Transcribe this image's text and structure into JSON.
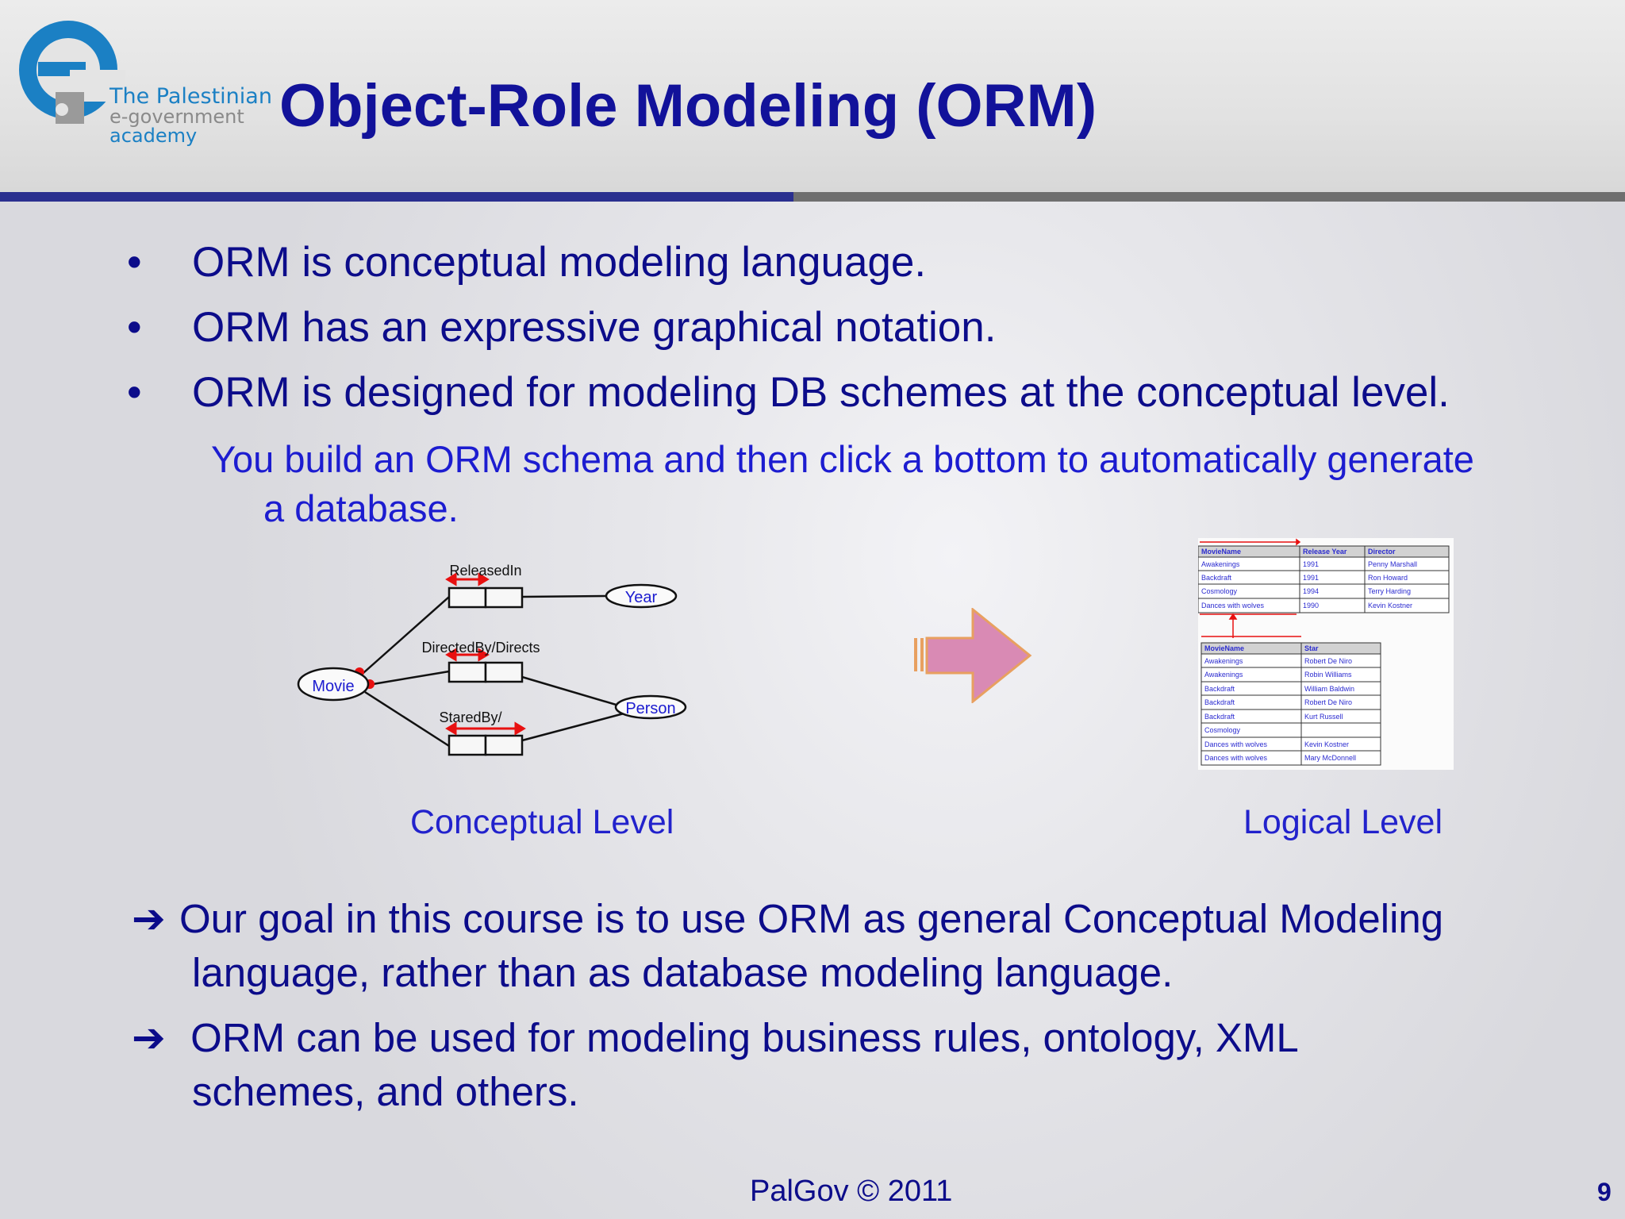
{
  "header": {
    "logo": {
      "line1": "The Palestinian",
      "line2": "e-government",
      "line3": "academy"
    },
    "title": "Object-Role Modeling (ORM)"
  },
  "bullets": [
    {
      "marker": "•",
      "text": "ORM is conceptual modeling language."
    },
    {
      "marker": "•",
      "text": "ORM has an expressive graphical notation."
    },
    {
      "marker": "•",
      "text": "ORM  is designed for modeling DB schemes at the conceptual level."
    }
  ],
  "subtext": {
    "line1": "You build an ORM schema and then click a bottom to automatically generate",
    "line2": "a database."
  },
  "diagram": {
    "entities": [
      "Movie",
      "Year",
      "Person"
    ],
    "facts": [
      "ReleasedIn",
      "DirectedBy/Directs",
      "StaredBy/"
    ]
  },
  "tables": {
    "table1": {
      "headers": [
        "MovieName",
        "Release Year",
        "Director"
      ],
      "rows": [
        [
          "Awakenings",
          "1991",
          "Penny Marshall"
        ],
        [
          "Backdraft",
          "1991",
          "Ron Howard"
        ],
        [
          "Cosmology",
          "1994",
          "Terry Harding"
        ],
        [
          "Dances with wolves",
          "1990",
          "Kevin Kostner"
        ]
      ]
    },
    "table2": {
      "headers": [
        "MovieName",
        "Star"
      ],
      "rows": [
        [
          "Awakenings",
          "Robert De Niro"
        ],
        [
          "Awakenings",
          "Robin Williams"
        ],
        [
          "Backdraft",
          "William Baldwin"
        ],
        [
          "Backdraft",
          "Robert De Niro"
        ],
        [
          "Backdraft",
          "Kurt Russell"
        ],
        [
          "Cosmology",
          ""
        ],
        [
          "Dances with wolves",
          "Kevin Kostner"
        ],
        [
          "Dances with wolves",
          "Mary McDonnell"
        ]
      ]
    }
  },
  "captions": {
    "conceptual": "Conceptual  Level",
    "logical": "Logical Level"
  },
  "goals": [
    {
      "arrow": "➔",
      "line1": "Our goal in this course is to use ORM as general Conceptual Modeling",
      "line2": "language, rather than as database modeling language."
    },
    {
      "arrow": "➔",
      "line1": " ORM can be used for modeling business rules, ontology, XML",
      "line2": "schemes, and others."
    }
  ],
  "footer": {
    "text": "PalGov © 2011",
    "page": "9"
  },
  "colors": {
    "title": "#12129a",
    "body": "#0c0c8a",
    "sub": "#1c1cd0",
    "accent_red": "#e81010",
    "arrow_fill": "#d98ab4"
  }
}
